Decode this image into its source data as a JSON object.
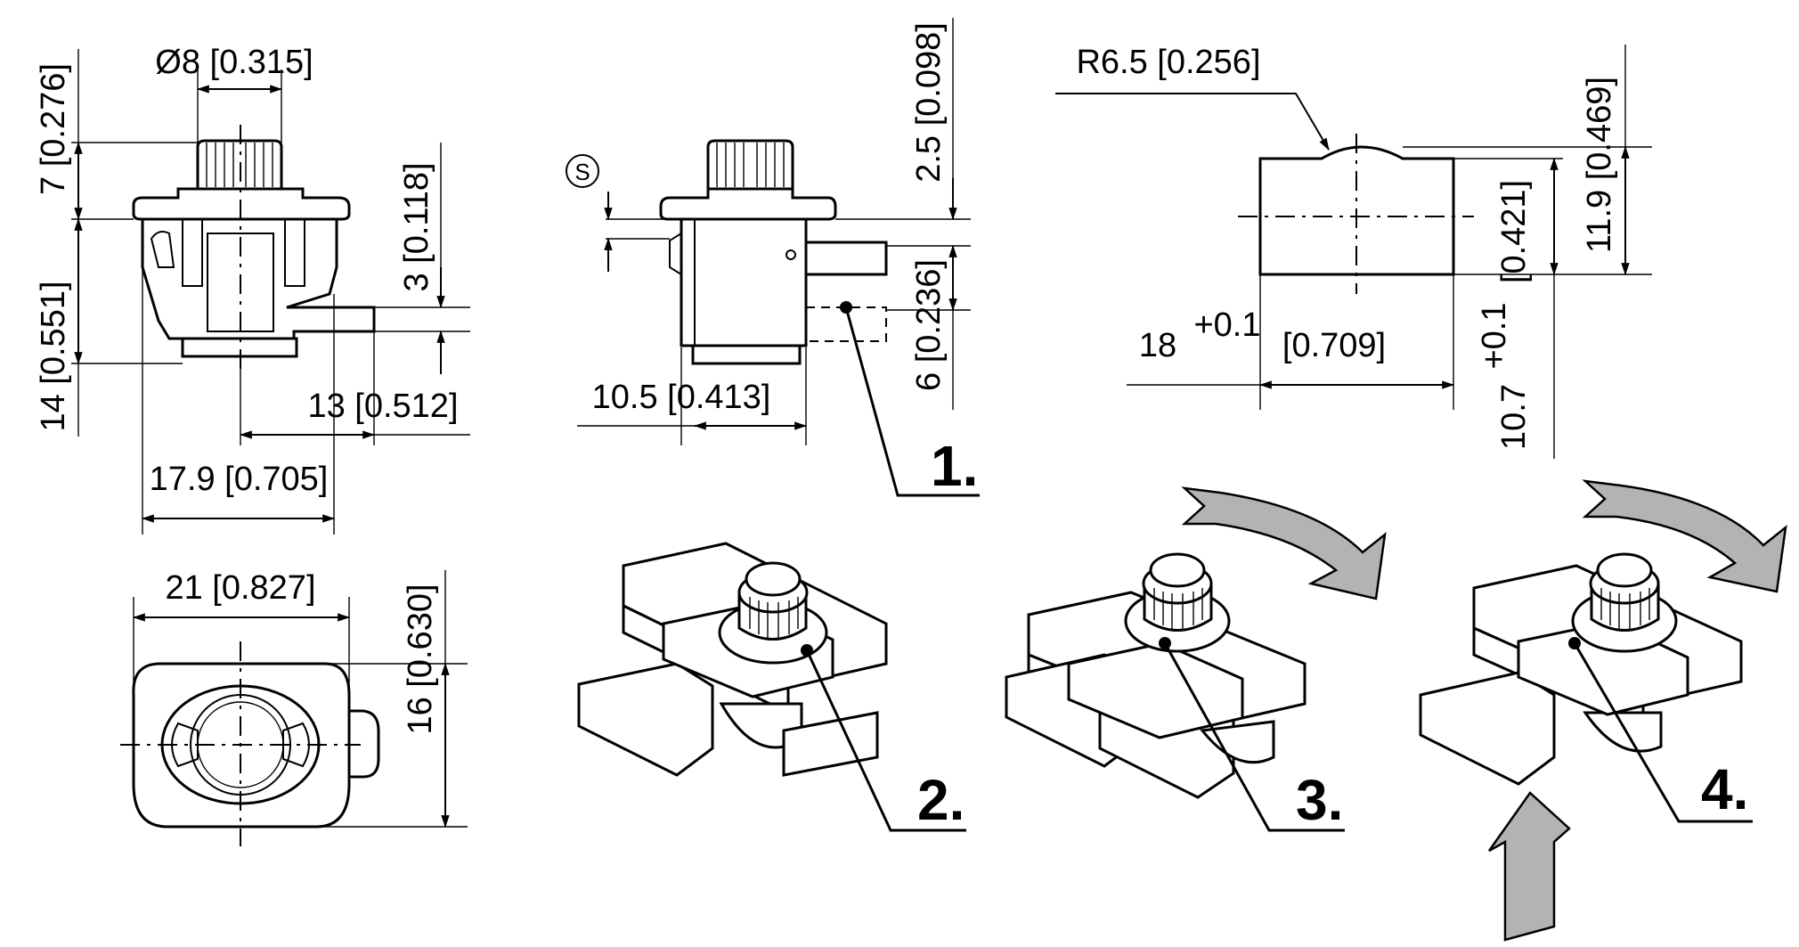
{
  "dimensions": {
    "diameter_top": "Ø8 [0.315]",
    "height_7": "7 [0.276]",
    "height_14": "14 [0.551]",
    "height_3": "3 [0.118]",
    "width_13": "13 [0.512]",
    "width_17_9": "17.9 [0.705]",
    "width_21": "21 [0.827]",
    "height_16": "16 [0.630]",
    "width_10_5": "10.5 [0.413]",
    "height_2_5": "2.5 [0.098]",
    "height_6": "6 [0.236]",
    "symbol_s": "S",
    "radius": "R6.5 [0.256]",
    "cutout_width_value": "18",
    "cutout_width_tol": "+0.1",
    "cutout_width_inch": "[0.709]",
    "cutout_height_value": "10.7",
    "cutout_height_tol": "+0.1",
    "cutout_height_inch": "[0.421]",
    "height_11_9": "11.9 [0.469]"
  },
  "steps": [
    "1.",
    "2.",
    "3.",
    "4."
  ]
}
